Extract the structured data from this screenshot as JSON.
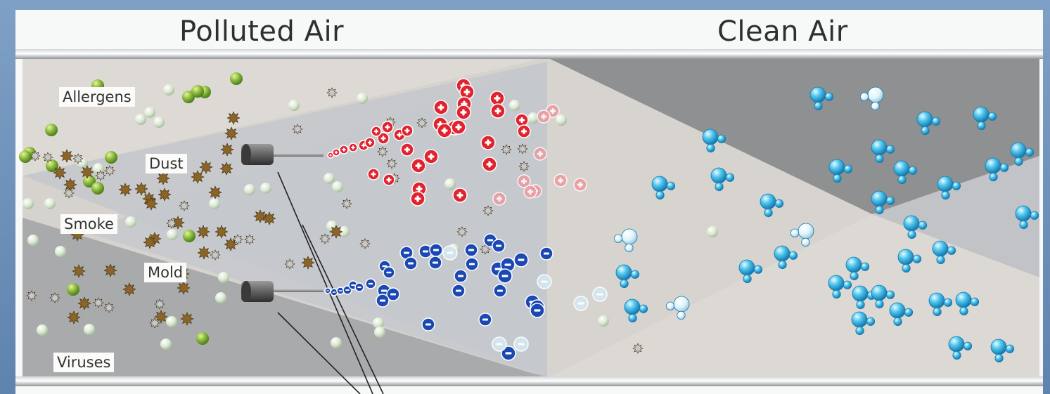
{
  "titles": {
    "polluted": "Polluted Air",
    "clean": "Clean Air"
  },
  "pollutant_labels": {
    "allergens": "Allergens",
    "dust": "Dust",
    "smoke": "Smoke",
    "mold": "Mold",
    "viruses": "Viruses"
  },
  "colors": {
    "positive_ion": "#e0242f",
    "negative_ion": "#1c48b3",
    "clean_molecule": "#1ea6dc",
    "allergen": "#86b53a",
    "dust": "#8a6527",
    "virus": "#d7e6cf",
    "emitter": "#5b5b5b",
    "frame": "#6a8db5"
  }
}
